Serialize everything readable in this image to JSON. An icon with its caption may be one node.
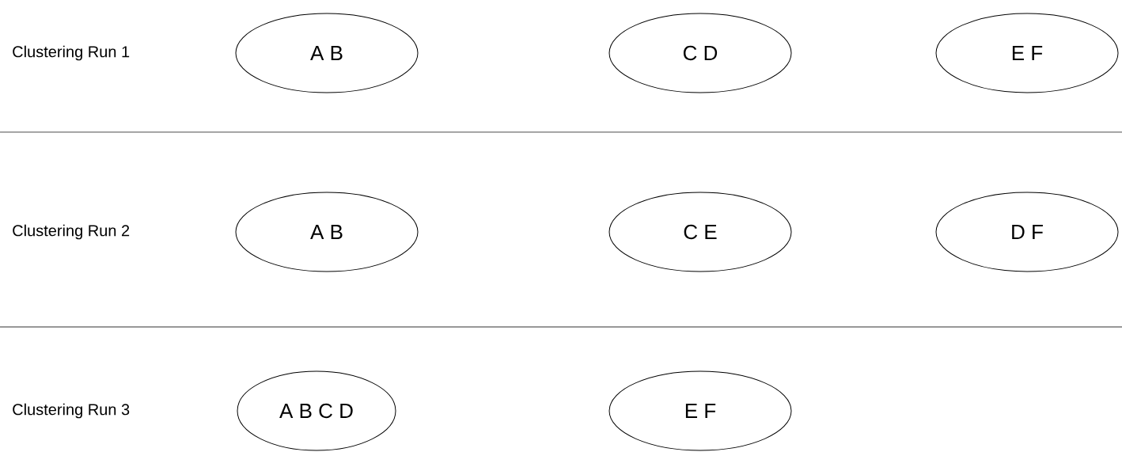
{
  "diagram": {
    "nodes": [
      {
        "text": [
          "A B"
        ]
      },
      {
        "text": [
          "C D"
        ]
      },
      {
        "text": [
          "E F"
        ]
      },
      {
        "text": [
          "A B"
        ]
      },
      {
        "text": [
          "C E"
        ]
      },
      {
        "text": [
          "D F"
        ]
      },
      {
        "text": [
          "A B C D"
        ]
      },
      {
        "text": [
          "E F"
        ]
      }
    ],
    "labels": [
      "Clustering Run 1",
      "Clustering Run 2",
      "Clustering Run 3"
    ]
  }
}
